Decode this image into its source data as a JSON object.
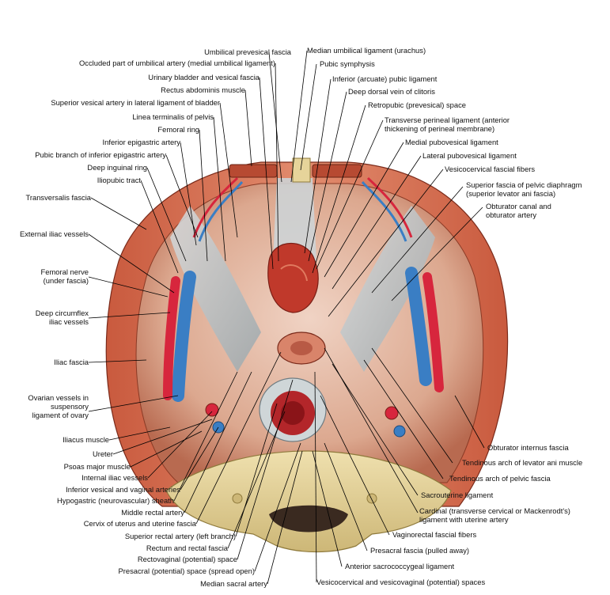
{
  "labels": {
    "l01": "Umbilical prevesical fascia",
    "l02": "Occluded part of umbilical artery (medial umbilical ligament)",
    "l03": "Urinary bladder and vesical fascia",
    "l04": "Rectus abdominis muscle",
    "l05": "Superior vesical artery in lateral ligament of bladder",
    "l06": "Linea terminalis of pelvis",
    "l07": "Femoral ring",
    "l08": "Inferior epigastric artery",
    "l09": "Pubic branch of inferior epigastric artery",
    "l10": "Deep inguinal ring",
    "l11": "Iliopubic tract",
    "l12": "Transversalis fascia",
    "l13": "External iliac vessels",
    "l14": "Femoral nerve\n(under fascia)",
    "l15": "Deep circumflex\niliac vessels",
    "l16": "Iliac fascia",
    "l17": "Ovarian vessels in\nsuspensory\nligament of ovary",
    "l18": "Iliacus muscle",
    "l19": "Ureter",
    "l20": "Psoas major muscle",
    "l21": "Internal iliac vessels",
    "l22": "Inferior vesical and vaginal arteries",
    "l23": "Hypogastric (neurovascular) sheath",
    "l24": "Middle rectal artery",
    "l25": "Cervix of uterus and uterine fascia",
    "l26": "Superior rectal artery (left branch)",
    "l27": "Rectum and rectal fascia",
    "l28": "Rectovaginal (potential) space",
    "l29": "Presacral (potential) space (spread open)",
    "l30": "Median sacral artery",
    "r01": "Median umbilical ligament (urachus)",
    "r02": "Pubic symphysis",
    "r03": "Inferior (arcuate) pubic ligament",
    "r04": "Deep dorsal vein of clitoris",
    "r05": "Retropubic (prevesical) space",
    "r06": "Transverse perineal ligament (anterior\nthickening of perineal membrane)",
    "r07": "Medial pubovesical ligament",
    "r08": "Lateral pubovesical ligament",
    "r09": "Vesicocervical fascial fibers",
    "r10": "Superior fascia of pelvic diaphragm\n(superior levator ani fascia)",
    "r11": "Obturator canal and\nobturator artery",
    "r12": "Obturator internus fascia",
    "r13": "Tendinous arch of levator ani muscle",
    "r14": "Tendinous arch of pelvic fascia",
    "r15": "Sacrouterine ligament",
    "r16": "Cardinal (transverse cervical or Mackenrodt's)\nligament with uterine artery",
    "r17": "Vaginorectal fascial fibers",
    "r18": "Presacral fascia (pulled away)",
    "r19": "Anterior sacrococcygeal ligament",
    "r20": "Vesicocervical and vesicovaginal (potential) spaces"
  },
  "colors": {
    "muscle": "#c8553d",
    "muscle_dark": "#9c3a26",
    "fascia": "#c9cfd2",
    "fascia_shadow": "#8e9aa0",
    "artery": "#d7263d",
    "vein": "#3a7ec4",
    "bone": "#e6d49a",
    "bone_dark": "#b8a263",
    "interior": "#e9c2b0",
    "rectum": "#c0282a"
  }
}
